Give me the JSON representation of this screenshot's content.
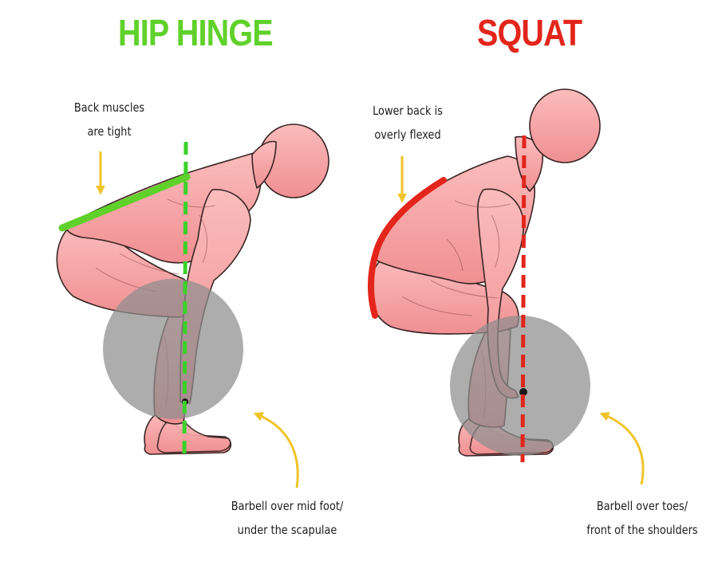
{
  "colors": {
    "hinge_accent": "#5fd12a",
    "squat_accent": "#e3251b",
    "arrow": "#f0c428",
    "body_fill": "#f5a3a3",
    "body_outline": "#3a2424",
    "plate": "#8e8e8e"
  },
  "hip_hinge": {
    "title": "HIP HINGE",
    "note_top": [
      "Back muscles",
      "are tight"
    ],
    "note_bottom": [
      "Barbell over mid foot/",
      "under the scapulae"
    ]
  },
  "squat": {
    "title": "SQUAT",
    "note_top": [
      "Lower back is",
      "overly flexed"
    ],
    "note_bottom": [
      "Barbell over toes/",
      "front of the shoulders"
    ]
  }
}
